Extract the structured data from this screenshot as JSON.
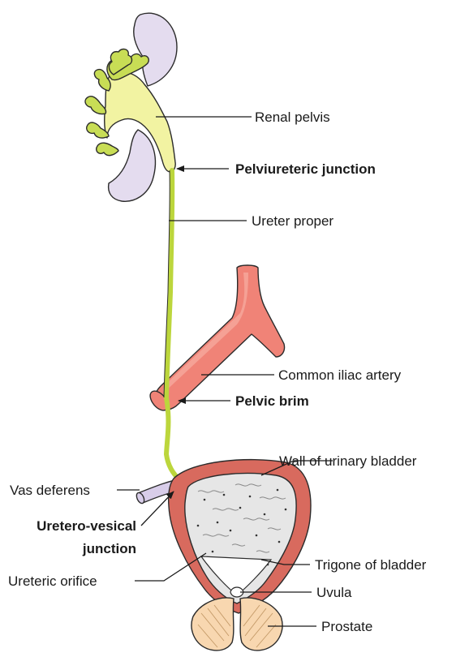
{
  "colors": {
    "kidney_lobe": "#e4dcef",
    "renal_pelvis": "#f2f3a2",
    "calyces": "#c8dd55",
    "ureter": "#bcd63c",
    "artery": "#f08377",
    "artery_highlight": "#f7b0a6",
    "vas_deferens": "#d8cde9",
    "bladder_wall": "#d86a5e",
    "bladder_lumen": "#e6e6e6",
    "prostate": "#f8d7b0",
    "leader_line": "#1a1a1a"
  },
  "labels": {
    "renal_pelvis": "Renal pelvis",
    "pelviureteric_junction": "Pelviureteric junction",
    "ureter_proper": "Ureter proper",
    "common_iliac_artery": "Common iliac artery",
    "pelvic_brim": "Pelvic brim",
    "wall_of_urinary_bladder": "Wall of urinary bladder",
    "vas_deferens": "Vas deferens",
    "uretero_vesical_junction_line1": "Uretero-vesical",
    "uretero_vesical_junction_line2": "junction",
    "ureteric_orifice": "Ureteric orifice",
    "trigone_of_bladder": "Trigone of bladder",
    "uvula": "Uvula",
    "prostate": "Prostate"
  }
}
